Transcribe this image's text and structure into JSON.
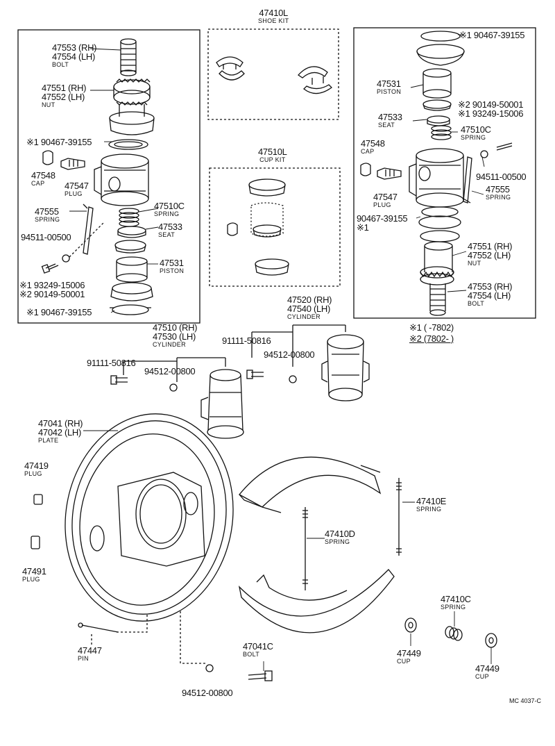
{
  "boxes": {
    "left_cylinder": {
      "parts": [
        {
          "lines": [
            "47553 (RH)",
            "47554 (LH)"
          ],
          "name": "BOLT"
        },
        {
          "lines": [
            "47551 (RH)",
            "47552 (LH)"
          ],
          "name": "NUT"
        },
        {
          "lines": [
            "※1 90467-39155"
          ],
          "name": ""
        },
        {
          "lines": [
            "47548"
          ],
          "name": "CAP"
        },
        {
          "lines": [
            "47547"
          ],
          "name": "PLUG"
        },
        {
          "lines": [
            "47555"
          ],
          "name": "SPRING"
        },
        {
          "lines": [
            "47510C"
          ],
          "name": "SPRING"
        },
        {
          "lines": [
            "47533"
          ],
          "name": "SEAT"
        },
        {
          "lines": [
            "94511-00500"
          ],
          "name": ""
        },
        {
          "lines": [
            "47531"
          ],
          "name": "PISTON"
        },
        {
          "lines": [
            "※1 93249-15006",
            "※2 90149-50001"
          ],
          "name": ""
        },
        {
          "lines": [
            "※1 90467-39155"
          ],
          "name": ""
        }
      ]
    },
    "shoe_kit": {
      "number": "47410L",
      "name": "SHOE KIT"
    },
    "cup_kit": {
      "number": "47510L",
      "name": "CUP KIT"
    },
    "right_cylinder": {
      "parts": [
        {
          "lines": [
            "※1 90467-39155"
          ],
          "name": ""
        },
        {
          "lines": [
            "47531"
          ],
          "name": "PISTON"
        },
        {
          "lines": [
            "※2 90149-50001",
            "※1 93249-15006"
          ],
          "name": ""
        },
        {
          "lines": [
            "47533"
          ],
          "name": "SEAT"
        },
        {
          "lines": [
            "47510C"
          ],
          "name": "SPRING"
        },
        {
          "lines": [
            "47548"
          ],
          "name": "CAP"
        },
        {
          "lines": [
            "94511-00500"
          ],
          "name": ""
        },
        {
          "lines": [
            "47547"
          ],
          "name": "PLUG"
        },
        {
          "lines": [
            "47555"
          ],
          "name": "SPRING"
        },
        {
          "lines": [
            "90467-39155",
            "※1"
          ],
          "name": ""
        },
        {
          "lines": [
            "47551 (RH)",
            "47552 (LH)"
          ],
          "name": "NUT"
        },
        {
          "lines": [
            "47553 (RH)",
            "47554 (LH)"
          ],
          "name": "BOLT"
        }
      ]
    }
  },
  "notes": [
    "※1 (        -7802)",
    "※2 (7802-        )"
  ],
  "lower": {
    "cyl_rear": {
      "lines": [
        "47520 (RH)",
        "47540 (LH)"
      ],
      "name": "CYLINDER"
    },
    "cyl_front": {
      "lines": [
        "47510 (RH)",
        "47530 (LH)"
      ],
      "name": "CYLINDER"
    },
    "bolt_91111_a": "91111-50816",
    "nut_94512_a": "94512-00800",
    "bolt_91111_b": "91111-50816",
    "nut_94512_b": "94512-00800",
    "plate": {
      "lines": [
        "47041 (RH)",
        "47042 (LH)"
      ],
      "name": "PLATE"
    },
    "plug_47419": {
      "lines": [
        "47419"
      ],
      "name": "PLUG"
    },
    "plug_47491": {
      "lines": [
        "47491"
      ],
      "name": "PLUG"
    },
    "spring_47410E": {
      "lines": [
        "47410E"
      ],
      "name": "SPRING"
    },
    "spring_47410D": {
      "lines": [
        "47410D"
      ],
      "name": "SPRING"
    },
    "spring_47410C": {
      "lines": [
        "47410C"
      ],
      "name": "SPRING"
    },
    "pin_47447": {
      "lines": [
        "47447"
      ],
      "name": "PIN"
    },
    "bolt_47041C": {
      "lines": [
        "47041C"
      ],
      "name": "BOLT"
    },
    "cup_47449_a": {
      "lines": [
        "47449"
      ],
      "name": "CUP"
    },
    "cup_47449_b": {
      "lines": [
        "47449"
      ],
      "name": "CUP"
    },
    "nut_94512_c": "94512-00800"
  },
  "code": "MC 4037-C"
}
